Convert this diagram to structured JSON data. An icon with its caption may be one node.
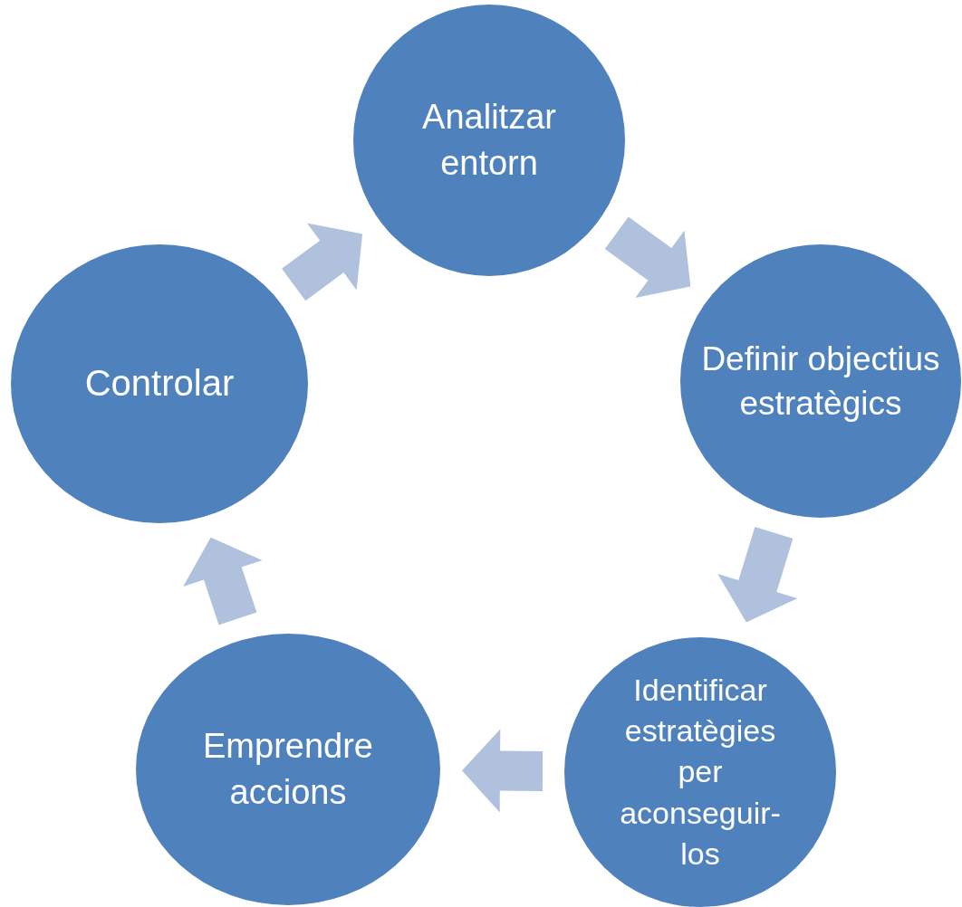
{
  "diagram": {
    "nodes": [
      {
        "text": [
          "Analitzar entorn"
        ]
      },
      {
        "text": [
          "Definir objectius estratègics"
        ]
      },
      {
        "text": [
          "Identificar estratègies per aconseguir-los"
        ]
      },
      {
        "text": [
          "Emprendre accions"
        ]
      },
      {
        "text": [
          "Controlar"
        ]
      }
    ],
    "edges": [
      {
        "from": 0,
        "to": 1,
        "arrow": "to"
      },
      {
        "from": 1,
        "to": 2,
        "arrow": "to"
      },
      {
        "from": 2,
        "to": 3,
        "arrow": "to"
      },
      {
        "from": 3,
        "to": 4,
        "arrow": "to"
      },
      {
        "from": 4,
        "to": 0,
        "arrow": "to"
      }
    ]
  }
}
